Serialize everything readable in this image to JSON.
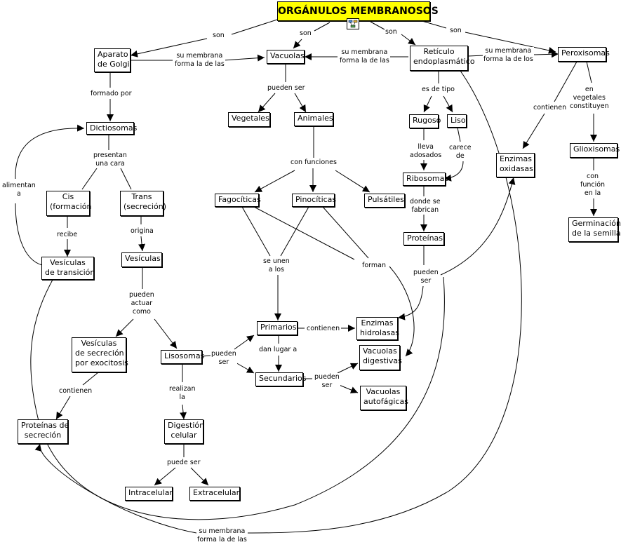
{
  "title": "ORGÁNULOS MEMBRANOSOS",
  "map_icon": "concept-map-icon",
  "concepts": {
    "aparato_golgi": "Aparato\nde Golgi",
    "vacuolas": "Vacuolas",
    "reticulo": "Retículo\nendoplasmático",
    "peroxisomas": "Peroxisomas",
    "dictiosomas": "Dictiosomas",
    "vegetales": "Vegetales",
    "animales": "Animales",
    "rugoso": "Rugoso",
    "liso": "Liso",
    "enzimas_oxidasas": "Enzimas\noxidasas",
    "glioxisomas": "Glioxisomas",
    "ribosomas": "Ribosomas",
    "fagociticas": "Fagocíticas",
    "pinociticas": "Pinocíticas",
    "pulsatiles": "Pulsátiles",
    "cis": "Cis\n(formación",
    "trans": "Trans\n(secreción)",
    "germinacion": "Germinación\nde la semilla",
    "proteinas": "Proteínas",
    "vesiculas_transicion": "Vesículas\nde transición",
    "vesiculas": "Vesículas",
    "primarios": "Primarios",
    "enzimas_hidrolasas": "Enzimas\nhidrolasas",
    "vesiculas_secrecion": "Vesículas\nde secreción\npor exocitosis",
    "lisosomas": "Lisosomas",
    "vacuolas_digestivas": "Vacuolas\ndigestivas",
    "secundarios": "Secundarios",
    "vacuolas_autofagicas": "Vacuolas\nautofágicas",
    "proteinas_secrecion": "Proteínas de\nsecreción",
    "digestion_celular": "Digestión\ncelular",
    "intracelular": "Intracelular",
    "extracelular": "Extracelular"
  },
  "links": {
    "son_1": "son",
    "son_2": "son",
    "son_3": "son",
    "son_4": "son",
    "membrana_golgi": "su membrana\nforma la de las",
    "membrana_reticulo": "su membrana\nforma la de las",
    "membrana_perox": "su membrana\nforma la de los",
    "formado_por": "formado por",
    "pueden_ser_vac": "pueden ser",
    "es_de_tipo": "es de tipo",
    "contienen_perox": "contienen",
    "en_vegetales": "en\nvegetales\nconstituyen",
    "presentan": "presentan\nuna cara",
    "alimentan": "alimentan\na",
    "lleva_adosados": "lleva\nadosados",
    "carece_de": "carece\nde",
    "con_funciones": "con funciones",
    "con_funcion": "con\nfunción\nen la",
    "donde_fabrican": "donde se\nfabrican",
    "recibe": "recibe",
    "origina": "origina",
    "se_unen": "se unen\na los",
    "forman": "forman",
    "pueden_ser_prot": "pueden\nser",
    "pueden_actuar": "pueden\nactuar\ncomo",
    "contienen_prim": "contienen",
    "dan_lugar": "dan lugar a",
    "pueden_ser_lis": "pueden\nser",
    "pueden_ser_sec": "pueden\nser",
    "contienen_ves": "contienen",
    "realizan": "realizan\nla",
    "puede_ser": "puede ser",
    "membrana_bottom": "su membrana\nforma la de las"
  }
}
